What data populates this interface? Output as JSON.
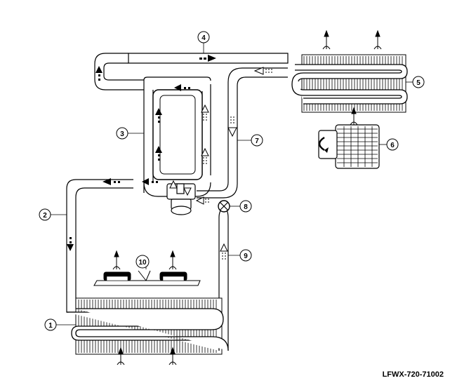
{
  "diagram": {
    "figure_code": "LFWX-720-71002",
    "callouts": [
      {
        "id": "c1",
        "label": "1"
      },
      {
        "id": "c2",
        "label": "2"
      },
      {
        "id": "c3",
        "label": "3"
      },
      {
        "id": "c4",
        "label": "4"
      },
      {
        "id": "c5",
        "label": "5"
      },
      {
        "id": "c6",
        "label": "6"
      },
      {
        "id": "c7",
        "label": "7"
      },
      {
        "id": "c8",
        "label": "8"
      },
      {
        "id": "c9",
        "label": "9"
      },
      {
        "id": "c10",
        "label": "10"
      }
    ]
  }
}
